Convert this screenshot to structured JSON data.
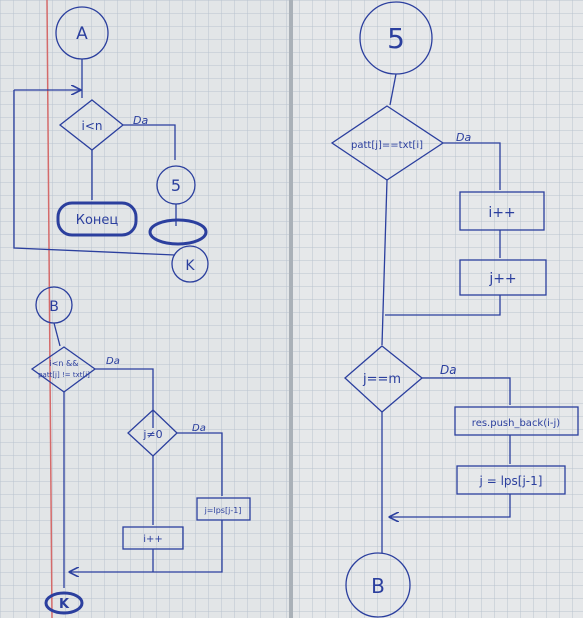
{
  "left_page": {
    "section_a": {
      "entry_label": "A",
      "condition": "i<n",
      "yes_label": "Da",
      "connector_5": "5",
      "end_label": "Конец",
      "exit_label": "K"
    },
    "section_b": {
      "entry_label": "B",
      "condition_line1": "i<n &&",
      "condition_line2": "patt[j] != txt[i]",
      "yes_label": "Da",
      "inner_condition": "j≠0",
      "inner_yes_label": "Da",
      "assign_block": "j=lps[j-1]",
      "increment_block": "i++",
      "exit_label": "K"
    }
  },
  "right_page": {
    "entry_label": "5",
    "condition": "patt[j]==txt[i]",
    "yes_label": "Da",
    "block_1": "i++",
    "block_2": "j++",
    "condition_2": "j==m",
    "yes_label_2": "Da",
    "block_3": "res.push_back(i-j)",
    "block_4": "j = lps[j-1]",
    "exit_label": "B"
  },
  "colors": {
    "ink": "#2b3f9e",
    "paper": "#e6e8ea",
    "grid": "#b9c3cf",
    "margin": "#d46a6a"
  }
}
